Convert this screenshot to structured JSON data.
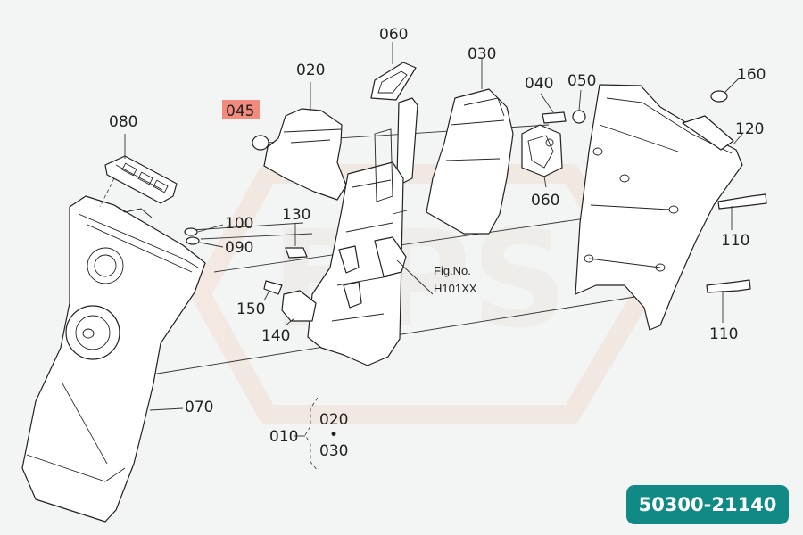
{
  "diagram": {
    "part_labels": {
      "p060a": "060",
      "p030": "030",
      "p020": "020",
      "p045": "045",
      "p040": "040",
      "p050": "050",
      "p160": "160",
      "p080": "080",
      "p120": "120",
      "p060b": "060",
      "p130": "130",
      "p100": "100",
      "p090": "090",
      "p110a": "110",
      "p110b": "110",
      "p150": "150",
      "p140": "140",
      "p070": "070",
      "p010": "010",
      "p020b": "020",
      "dot": "•",
      "p030b": "030"
    },
    "fig_ref": {
      "line1": "Fig.No.",
      "line2": "H101XX"
    },
    "watermark": "BPS",
    "highlight_color": "#f28b7d",
    "badge_color": "#118a86"
  },
  "badge": {
    "code": "50300-21140"
  }
}
